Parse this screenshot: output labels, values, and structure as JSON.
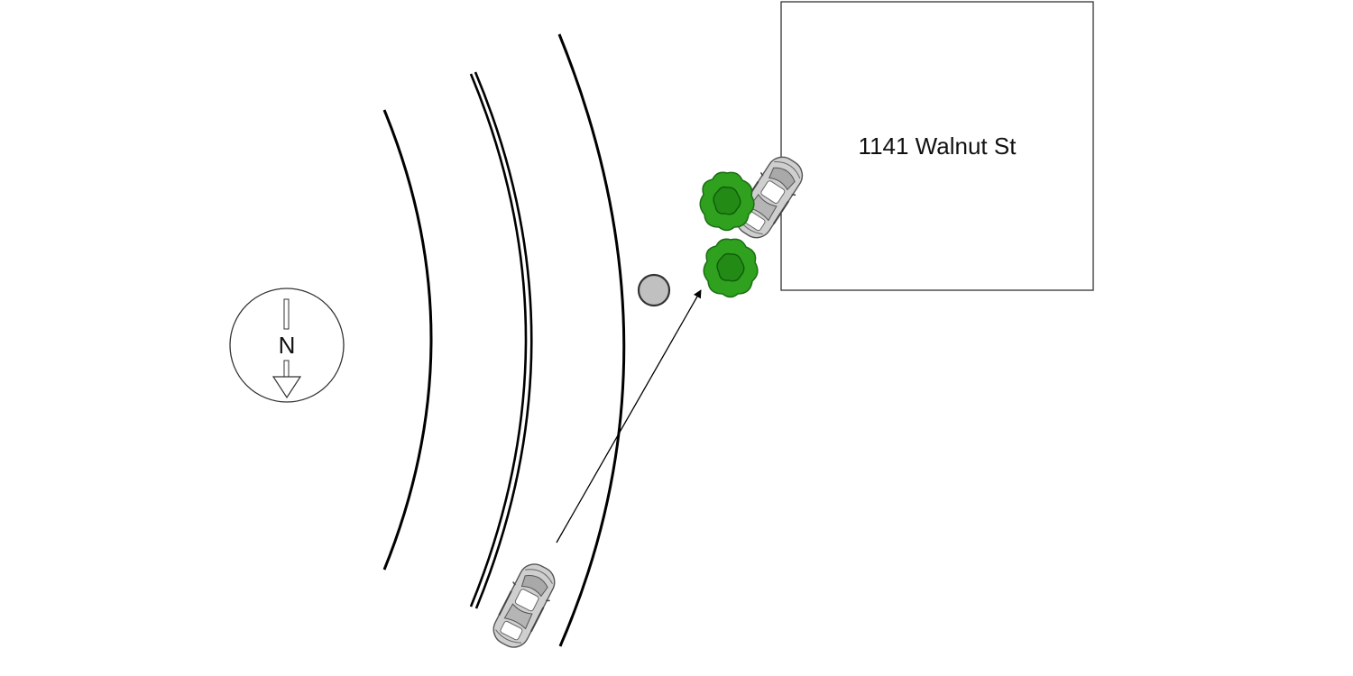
{
  "building": {
    "address": "1141 Walnut St"
  },
  "compass": {
    "letter": "N"
  },
  "colors": {
    "road_line": "#000000",
    "tree_fill": "#2e9f1e",
    "tree_dark": "#1b7a12",
    "car_body": "#c8c8c8",
    "car_window": "#a8a8a8",
    "pole_fill": "#c0c0c0"
  },
  "icons": [
    "compass-icon",
    "car-icon",
    "tree-icon",
    "pole-icon",
    "path-arrow"
  ]
}
